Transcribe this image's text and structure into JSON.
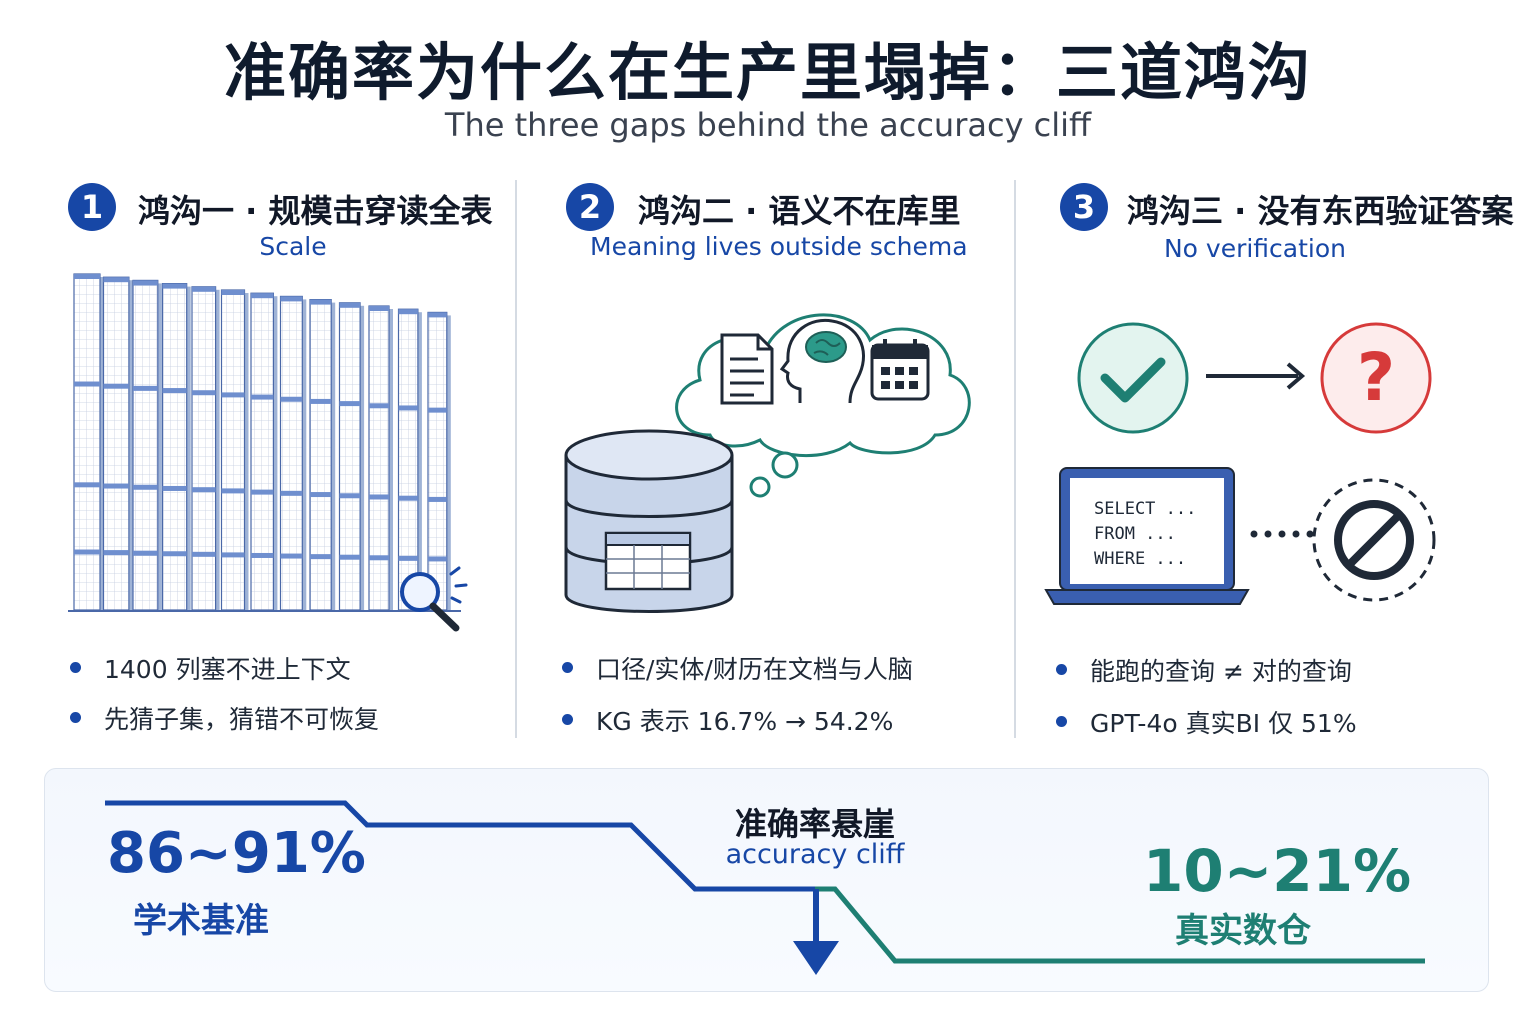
{
  "title": "准确率为什么在生产里塌掉：三道鸿沟",
  "subtitle": "The three gaps behind the accuracy cliff",
  "gaps": [
    {
      "number": "1",
      "heading": "鸿沟一 · 规模击穿读全表",
      "heading_en": "Scale",
      "bullets": [
        "1400 列塞不进上下文",
        "先猜子集，猜错不可恢复"
      ],
      "icons": [
        "table-wall-icon",
        "magnifier-icon"
      ]
    },
    {
      "number": "2",
      "heading": "鸿沟二 · 语义不在库里",
      "heading_en": "Meaning lives outside schema",
      "bullets": [
        "口径/实体/财历在文档与人脑",
        "KG 表示 16.7% → 54.2%"
      ],
      "icons": [
        "database-icon",
        "thought-cloud-icon",
        "document-icon",
        "brain-head-icon",
        "calendar-icon"
      ]
    },
    {
      "number": "3",
      "heading": "鸿沟三 · 没有东西验证答案",
      "heading_en": "No verification",
      "bullets": [
        "能跑的查询 ≠ 对的查询",
        "GPT-4o 真实BI 仅 51%"
      ],
      "sql_lines": [
        "SELECT ...",
        "FROM  ...",
        "WHERE ..."
      ],
      "icons": [
        "check-circle-icon",
        "arrow-right-icon",
        "question-circle-icon",
        "laptop-icon",
        "prohibited-icon"
      ]
    }
  ],
  "cliff": {
    "left_value": "86~91%",
    "left_label": "学术基准",
    "center_title": "准确率悬崖",
    "center_subtitle": "accuracy cliff",
    "right_value": "10~21%",
    "right_label": "真实数仓"
  },
  "colors": {
    "blue": "#1747a6",
    "teal": "#1e7f73",
    "red": "#d63a3a",
    "dark": "#0f1b2d"
  }
}
